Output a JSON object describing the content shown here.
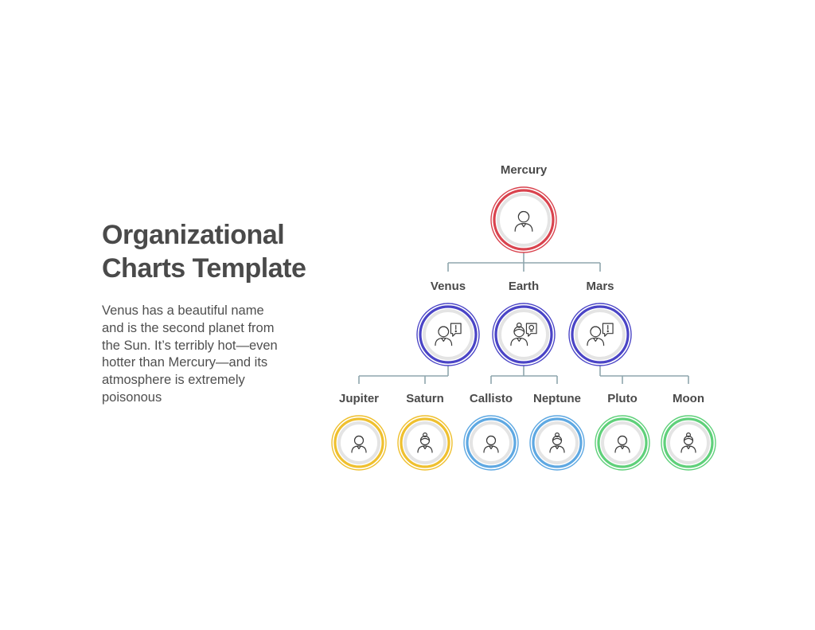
{
  "title": {
    "line1": "Organizational",
    "line2": "Charts Template"
  },
  "description": {
    "lines": [
      "Venus has a beautiful name",
      "and is the second planet from",
      "the Sun. It’s terribly hot—even",
      "hotter than Mercury—and its",
      "atmosphere is extremely",
      "poisonous"
    ]
  },
  "nodes": {
    "mercury": {
      "label": "Mercury",
      "color": "#d9434e",
      "icon": "man-icon"
    },
    "venus": {
      "label": "Venus",
      "color": "#4a44c6",
      "icon": "man-alert-icon"
    },
    "earth": {
      "label": "Earth",
      "color": "#4a44c6",
      "icon": "woman-idea-icon"
    },
    "mars": {
      "label": "Mars",
      "color": "#4a44c6",
      "icon": "man-alert-icon"
    },
    "jupiter": {
      "label": "Jupiter",
      "color": "#efc02f",
      "icon": "man-icon"
    },
    "saturn": {
      "label": "Saturn",
      "color": "#efc02f",
      "icon": "woman-icon"
    },
    "callisto": {
      "label": "Callisto",
      "color": "#5ea8e2",
      "icon": "man-icon"
    },
    "neptune": {
      "label": "Neptune",
      "color": "#5ea8e2",
      "icon": "woman-icon"
    },
    "pluto": {
      "label": "Pluto",
      "color": "#5fd07a",
      "icon": "man-icon"
    },
    "moon": {
      "label": "Moon",
      "color": "#5fd07a",
      "icon": "woman-icon"
    }
  },
  "colors": {
    "connector": "#8fa6ad",
    "ring_inner": "#e4e4e4",
    "icon_stroke": "#3a3a3a"
  }
}
